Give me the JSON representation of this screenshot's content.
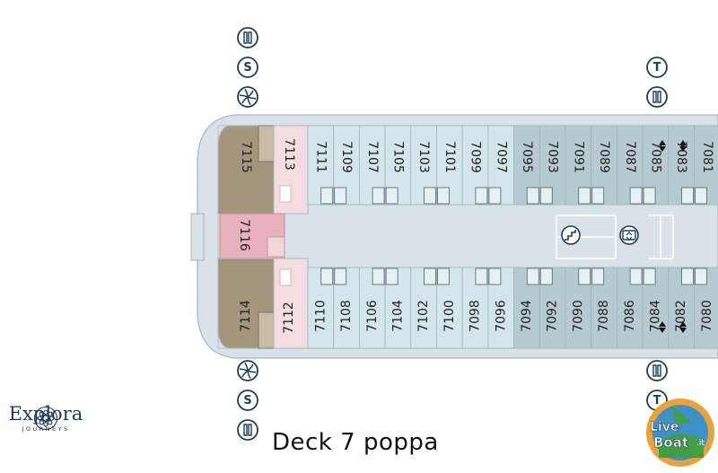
{
  "deck": {
    "caption": "Deck 7 poppa",
    "colors": {
      "hull": "#d8e2e8",
      "hull_stroke": "#a9b6be",
      "cabin_light": "#d4e6ec",
      "cabin_dark": "#b6cbd1",
      "suite_brown": "#a5957c",
      "suite_pink": "#f4dde0",
      "suite_hot_pink": "#e7b2bc",
      "line": "#1f3d57"
    },
    "suites": {
      "top_end": "7115",
      "top_pink": "7113",
      "mid_end": "7116",
      "bottom_end": "7114",
      "bottom_pink": "7112"
    },
    "cabins_top": [
      "7111",
      "7109",
      "7107",
      "7105",
      "7103",
      "7101",
      "7099",
      "7097",
      "7095",
      "7093",
      "7091",
      "7089",
      "7087",
      "7085",
      "7083",
      "7081"
    ],
    "cabins_bottom": [
      "7110",
      "7108",
      "7106",
      "7104",
      "7102",
      "7100",
      "7098",
      "7096",
      "7094",
      "7092",
      "7090",
      "7088",
      "7086",
      "7084",
      "7082",
      "7080"
    ],
    "icons_left_top": [
      "lifejacket-icon",
      "s-icon",
      "swirl-icon"
    ],
    "icons_left_bottom": [
      "swirl-icon",
      "s-icon",
      "lifejacket-icon"
    ],
    "icons_right_top": [
      "t-icon",
      "lifejacket-icon"
    ],
    "icons_right_bottom": [
      "lifejacket-icon",
      "t-icon"
    ],
    "icon_letters": {
      "s": "S",
      "t": "T"
    }
  },
  "brand": {
    "name": "Explora",
    "subtitle": "JOURNEYS"
  },
  "watermark": {
    "line1": "Live",
    "line2": "Boat",
    "suffix": ".it"
  }
}
